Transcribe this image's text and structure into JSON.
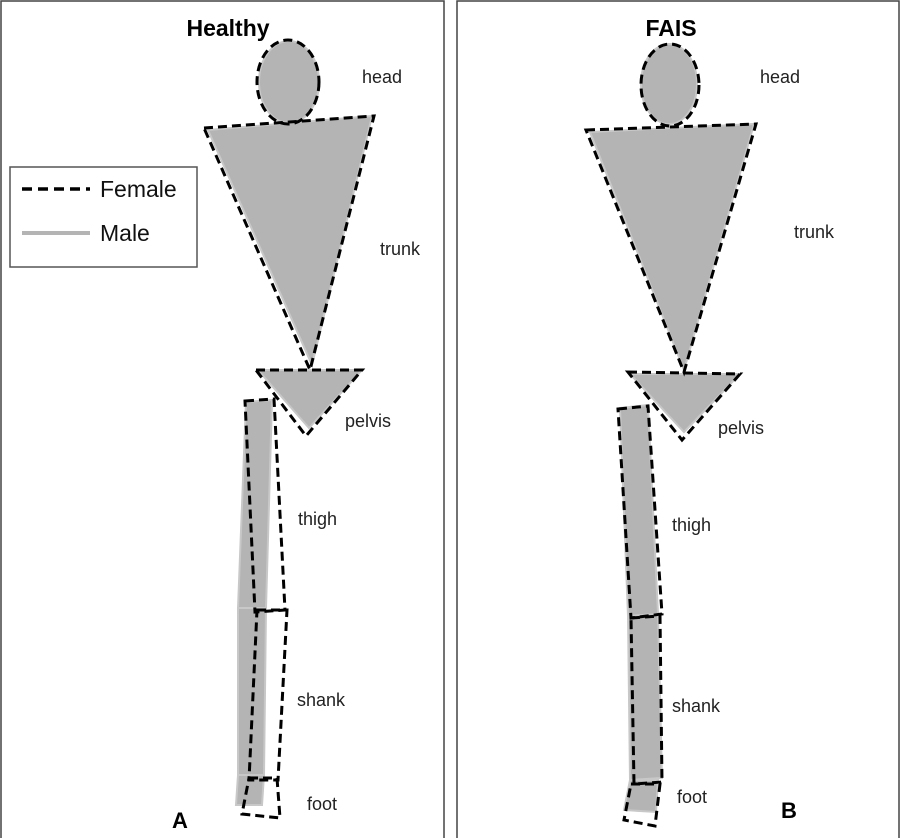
{
  "colors": {
    "male": "#b4b4b4",
    "female": "#000000",
    "frame": "#444444"
  },
  "legend": {
    "female_label": "Female",
    "male_label": "Male"
  },
  "panels": [
    {
      "title": "Healthy",
      "letter": "A",
      "labels": {
        "head": "head",
        "trunk": "trunk",
        "pelvis": "pelvis",
        "thigh": "thigh",
        "shank": "shank",
        "foot": "foot"
      }
    },
    {
      "title": "FAIS",
      "letter": "B",
      "labels": {
        "head": "head",
        "trunk": "trunk",
        "pelvis": "pelvis",
        "thigh": "thigh",
        "shank": "shank",
        "foot": "foot"
      }
    }
  ]
}
